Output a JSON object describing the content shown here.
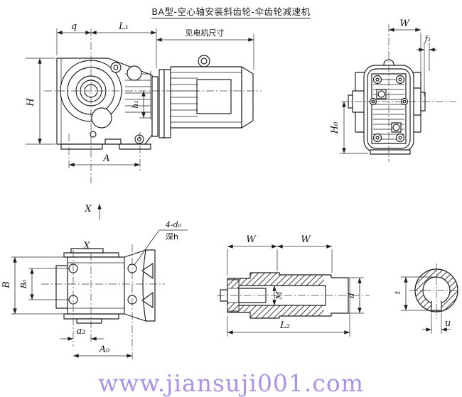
{
  "header": {
    "title": "BA型-空心轴安装斜齿轮-伞齿轮减速机"
  },
  "watermark": {
    "text": "www.jiansuji001.com",
    "color": "#a893e8"
  },
  "colors": {
    "line": "#1c1c1c",
    "centerline": "#3c3c3c",
    "background": "#ffffff"
  },
  "views": {
    "side": {
      "dim_q": "q",
      "dim_L1": "L₁",
      "motor_note": "见电机尺寸",
      "dim_H": "H",
      "dim_h1": "h₁",
      "dim_A": "A"
    },
    "end": {
      "dim_W": "W",
      "dim_f1": "f₁",
      "dim_H0": "H₀"
    },
    "top": {
      "view_arrow_label": "X",
      "view_title": "X",
      "hole_note_count": "4-d₀",
      "hole_note_depth": "深h",
      "dim_B": "B",
      "dim_B0": "B₀",
      "dim_a2": "a₂",
      "dim_A0": "A₀"
    },
    "shaft": {
      "dim_W_left": "W",
      "dim_W_right": "W",
      "dim_M": "M",
      "dim_d": "d",
      "dim_L2": "L₂"
    },
    "bore": {
      "dim_t": "t",
      "dim_u": "u"
    }
  }
}
